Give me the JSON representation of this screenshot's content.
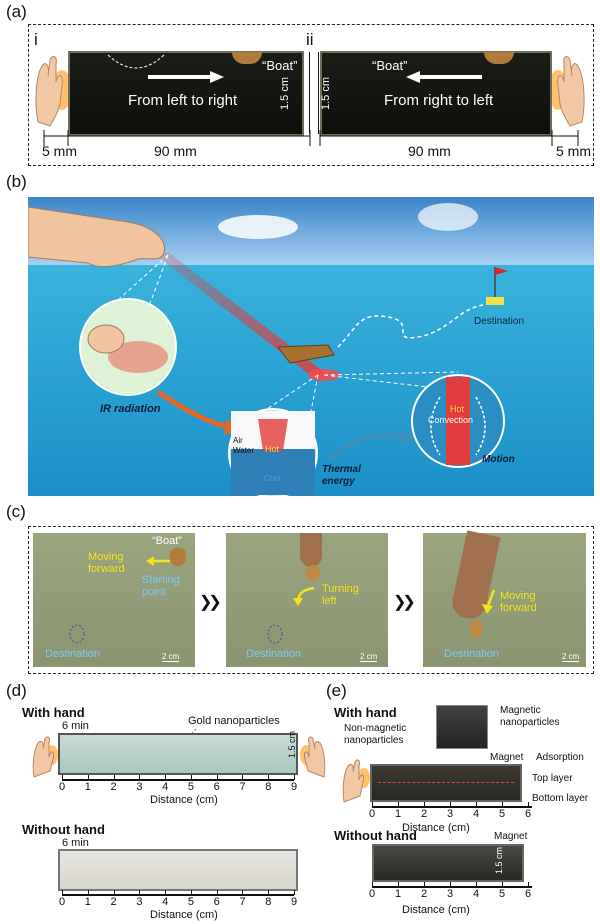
{
  "panel_a": {
    "label": "(a)",
    "sub_i": "i",
    "sub_ii": "ii",
    "boat_left": "“Boat”",
    "boat_right": "“Boat”",
    "dir_left": "From left to right",
    "dir_right": "From right to left",
    "height_left": "1.5 cm",
    "height_right": "1.5 cm",
    "dim_5mm_left": "5 mm",
    "dim_90mm_left": "90 mm",
    "dim_90mm_right": "90 mm",
    "dim_5mm_right": "5 mm"
  },
  "panel_b": {
    "label": "(b)",
    "destination": "Destination",
    "ir": "IR radiation",
    "air": "Air",
    "water": "Water",
    "hot1": "Hot",
    "cold": "Cold",
    "thermal": "Thermal energy",
    "hot2": "Hot",
    "convection": "Convection",
    "motion": "Motion"
  },
  "panel_c": {
    "label": "(c)",
    "boat": "“Boat”",
    "moving1": "Moving forward",
    "starting": "Starting point",
    "dest1": "Destination",
    "scale1": "2 cm",
    "turning": "Turning left",
    "dest2": "Destination",
    "scale2": "2 cm",
    "moving2": "Moving forward",
    "dest3": "Destination",
    "scale3": "2 cm",
    "arrow_glyph": "❯❯"
  },
  "panel_d": {
    "label": "(d)",
    "with_hand": "With hand",
    "time1": "6 min",
    "gold": "Gold nanoparticles",
    "height": "1.5 cm",
    "ticks": [
      "0",
      "1",
      "2",
      "3",
      "4",
      "5",
      "6",
      "7",
      "8",
      "9"
    ],
    "axis": "Distance (cm)",
    "without_hand": "Without hand",
    "time2": "6 min",
    "ticks2": [
      "0",
      "1",
      "2",
      "3",
      "4",
      "5",
      "6",
      "7",
      "8",
      "9"
    ],
    "axis2": "Distance (cm)"
  },
  "panel_e": {
    "label": "(e)",
    "with_hand": "With hand",
    "magnetic_np": "Magnetic nanoparticles",
    "nonmagnetic_np": "Non-magnetic nanoparticles",
    "magnet1": "Magnet",
    "adsorption": "Adsorption",
    "top_layer": "Top layer",
    "bottom_layer": "Bottom layer",
    "ticks": [
      "0",
      "1",
      "2",
      "3",
      "4",
      "5",
      "6"
    ],
    "axis": "Distance (cm)",
    "without_hand": "Without hand",
    "magnet2": "Magnet",
    "height": "1.5 cm",
    "ticks2": [
      "0",
      "1",
      "2",
      "3",
      "4",
      "5",
      "6"
    ],
    "axis2": "Distance (cm)"
  }
}
